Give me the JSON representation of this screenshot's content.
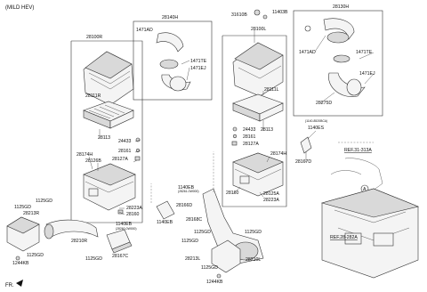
{
  "header": {
    "variant": "(MILD HEV)",
    "fr": "FR."
  },
  "labels": {
    "p28100R": "28100R",
    "p28140H": "28140H",
    "p1471AD_a": "1471AD",
    "p1471TE_a": "1471TE",
    "p1471EJ_a": "1471EJ",
    "p31610B": "31610B",
    "p11403B": "11403B",
    "p28100L": "28100L",
    "p28130H": "28130H",
    "p1471AD_b": "1471AD",
    "p1471TE_b": "1471TE",
    "p1471EJ_b": "1471EJ",
    "p28275D": "28275D",
    "p28111R": "28111R",
    "p28111L": "28111L",
    "p28113_a": "28113",
    "p28113_b": "28113",
    "p24433_a": "24433",
    "p24433_b": "24433",
    "p28161_a": "28161",
    "p28161_b": "28161",
    "p28127A_a": "28127A",
    "p28127A_b": "28127A",
    "p28174H_a": "28174H",
    "p28174H_b": "28174H",
    "p28126B": "28126B",
    "p1140ES": "1140ES",
    "p1140ES_note": "(1140-8520BCA)",
    "p28167D": "28167D",
    "p1140EB_a": "1140EB",
    "p1140EB_a_note": "(28260-0W000)",
    "p28223A_a": "28223A",
    "p28223A_b": "28223A",
    "p28160_a": "28160",
    "p28160_b": "28160",
    "p28125A": "28125A",
    "p28166D": "28166D",
    "p1140EB_b": "1140EB",
    "p1140EB_b_note": "(28261-0W000)",
    "p1140EB_c": "1140EB",
    "p28168C": "28168C",
    "p1125GD_a": "1125GD",
    "p1125GD_b": "1125GD",
    "p1125GD_c": "1125GD",
    "p1125GD_d": "1125GD",
    "p1125GD_e": "1125GD",
    "p1125GD_f": "1125GD",
    "p1125GD_g": "1125GD",
    "p1125GD_h": "1125GD",
    "p28213R": "28213R",
    "p28213L": "28213L",
    "p28210R": "28210R",
    "p28210L": "28210L",
    "p1244KB_a": "1244KB",
    "p1244KB_b": "1244KB",
    "p28167C": "28167C",
    "ref1": "REF.31-313A",
    "ref2": "REF.28-282A",
    "callout": "A"
  }
}
